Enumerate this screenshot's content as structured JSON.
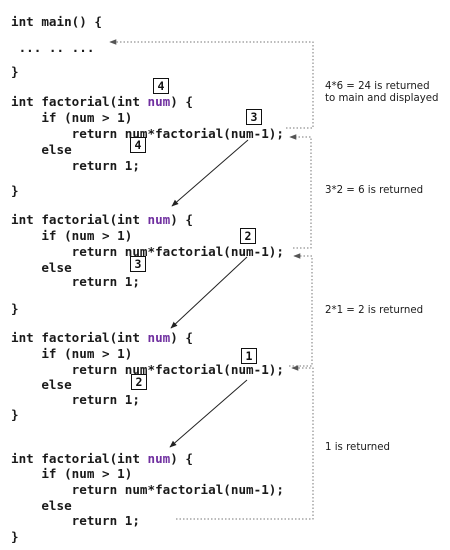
{
  "main_block": {
    "line1": "int main() {",
    "line2": " ... .. ...",
    "line3": "}"
  },
  "factorial_blocks": [
    {
      "sig_pre": "int factorial(int ",
      "sig_param": "num",
      "sig_post": ") {",
      "if_line": "    if (num > 1)",
      "ret_pre": "        return ",
      "ret_num": "num",
      "ret_post": "*factorial(num-1);",
      "else_line": "    else",
      "ret1_line": "        return 1;",
      "close": "}",
      "box_sig": "4",
      "box_call": "3",
      "box_else": "4"
    },
    {
      "sig_pre": "int factorial(int ",
      "sig_param": "num",
      "sig_post": ") {",
      "if_line": "    if (num > 1)",
      "ret_pre": "        return ",
      "ret_num": "num",
      "ret_post": "*factorial(num-1);",
      "else_line": "    else",
      "ret1_line": "        return 1;",
      "close": "}",
      "box_call": "2",
      "box_else": "3"
    },
    {
      "sig_pre": "int factorial(int ",
      "sig_param": "num",
      "sig_post": ") {",
      "if_line": "    if (num > 1)",
      "ret_pre": "        return ",
      "ret_num": "num",
      "ret_post": "*factorial(num-1);",
      "else_line": "    else",
      "ret1_line": "        return 1;",
      "close": "}",
      "box_call": "1",
      "box_else": "2"
    },
    {
      "sig_pre": "int factorial(int ",
      "sig_param": "num",
      "sig_post": ") {",
      "if_line": "    if (num > 1)",
      "ret_pre": "        return ",
      "ret_num": "num",
      "ret_post": "*factorial(num-1);",
      "else_line": "    else",
      "ret1_line": "        return 1;",
      "close": "}"
    }
  ],
  "return_notes": {
    "note1_line1": "4*6 = 24 is returned",
    "note1_line2": "to main and displayed",
    "note2": "3*2 = 6 is returned",
    "note3": "2*1 = 2 is returned",
    "note4": "1 is returned"
  },
  "colors": {
    "param_highlight": "#7030a0",
    "text": "#1a1a1a",
    "dotted_arrow": "#777777"
  }
}
